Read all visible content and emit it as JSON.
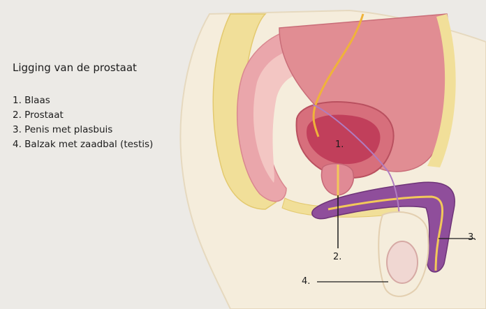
{
  "title": "Ligging van de prostaat",
  "legend": [
    "1. Blaas",
    "2. Prostaat",
    "3. Penis met plasbuis",
    "4. Balzak met zaadbal (testis)"
  ],
  "callouts": [
    "1.",
    "2.",
    "3.",
    "4."
  ],
  "colors": {
    "background": "#eceae6",
    "skin": "#f7ecd8",
    "fat_yellow": "#f4e39a",
    "bowel": "#e9a4a8",
    "bowel_inner": "#f3c7c4",
    "bladder": "#d8707d",
    "bladder_inner": "#c0405a",
    "penis": "#8e4d9a",
    "urethra": "#f2c85a",
    "nerve": "#efb33a"
  }
}
